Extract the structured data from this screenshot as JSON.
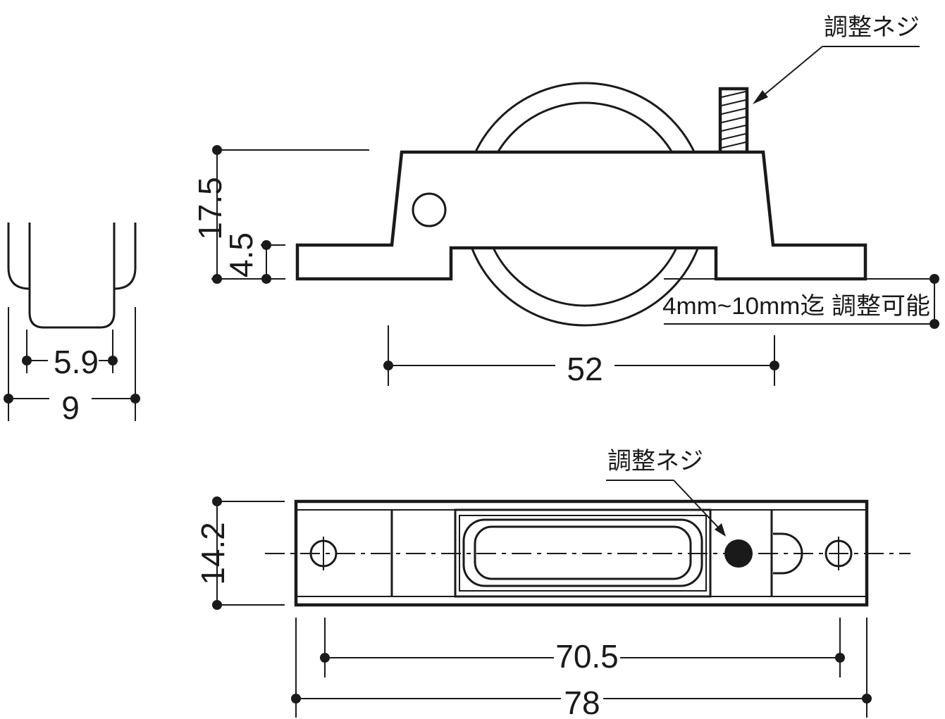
{
  "labels": {
    "adjust_screw_side": "調整ネジ",
    "adjust_screw_top": "調整ネジ",
    "adjust_range": "4mm~10mm迄 調整可能"
  },
  "dimensions": {
    "section_inner_width": "5.9",
    "section_outer_width": "9",
    "side_height": "17.5",
    "side_base_height": "4.5",
    "side_wheel_span": "52",
    "top_width": "14.2",
    "top_hole_pitch": "70.5",
    "top_overall_length": "78"
  },
  "colors": {
    "ink": "#1a1a1a",
    "background": "#ffffff"
  }
}
